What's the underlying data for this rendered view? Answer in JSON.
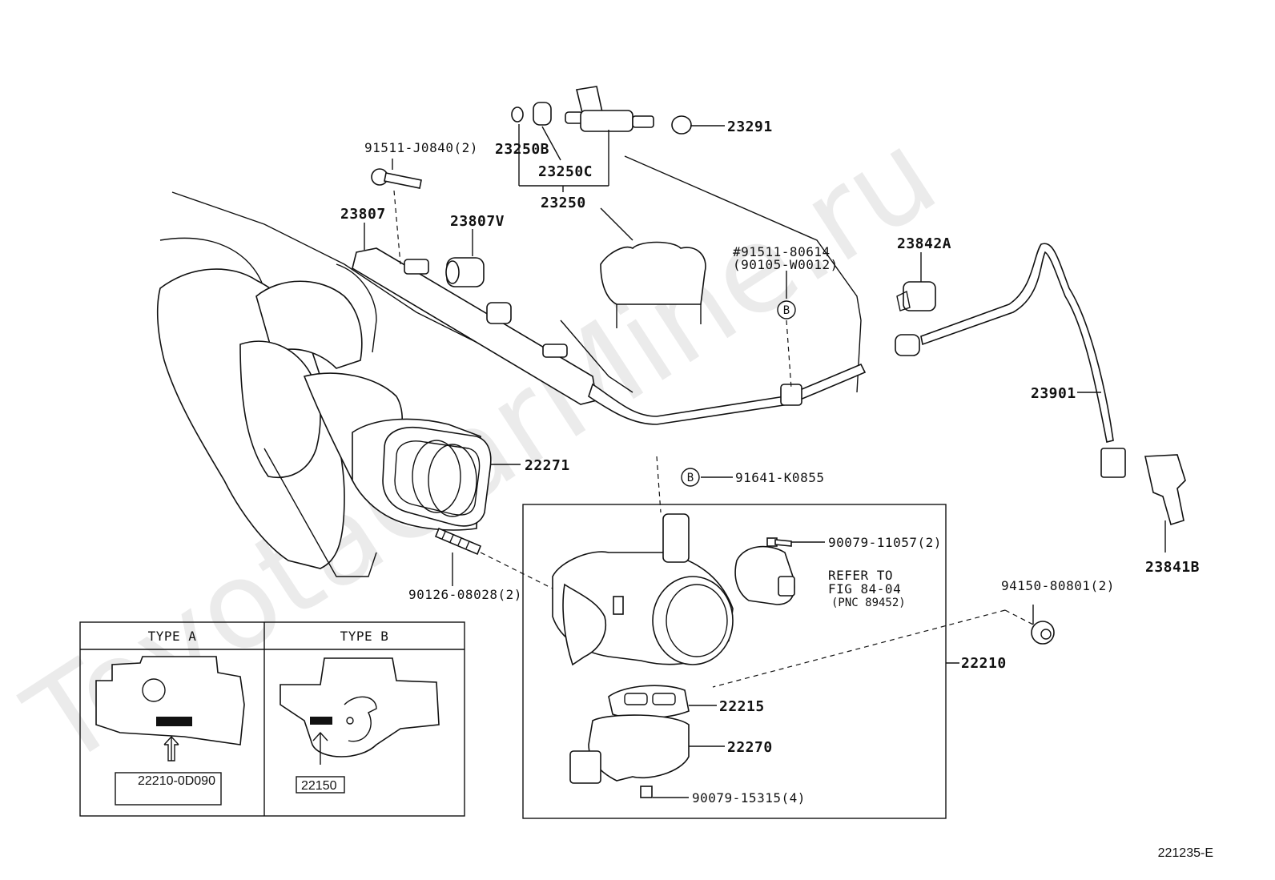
{
  "watermark": "ToyotaCarMine.ru",
  "diagram_code": "221235-E",
  "type_a": {
    "title": "TYPE  A",
    "part_no": "22210-0D090"
  },
  "type_b": {
    "title": "TYPE  B",
    "part_no": "22150"
  },
  "callouts": {
    "c23291": "23291",
    "c23250b": "23250B",
    "c23250c": "23250C",
    "c23250": "23250",
    "c91511j": "91511-J0840(2)",
    "c23807": "23807",
    "c23807v": "23807V",
    "c91511_80614": "#91511-80614",
    "c90105": "(90105-W0012)",
    "c23842a": "23842A",
    "c23901": "23901",
    "c23841b": "23841B",
    "c22271": "22271",
    "c91641": "91641-K0855",
    "c90079_11057": "90079-11057(2)",
    "refer1": "REFER TO",
    "refer2": "FIG 84-04",
    "refer3": "(PNC 89452)",
    "c90126": "90126-08028(2)",
    "c94150": "94150-80801(2)",
    "c22210": "22210",
    "c22215": "22215",
    "c22270": "22270",
    "c90079_15315": "90079-15315(4)",
    "marker_b": "B"
  }
}
